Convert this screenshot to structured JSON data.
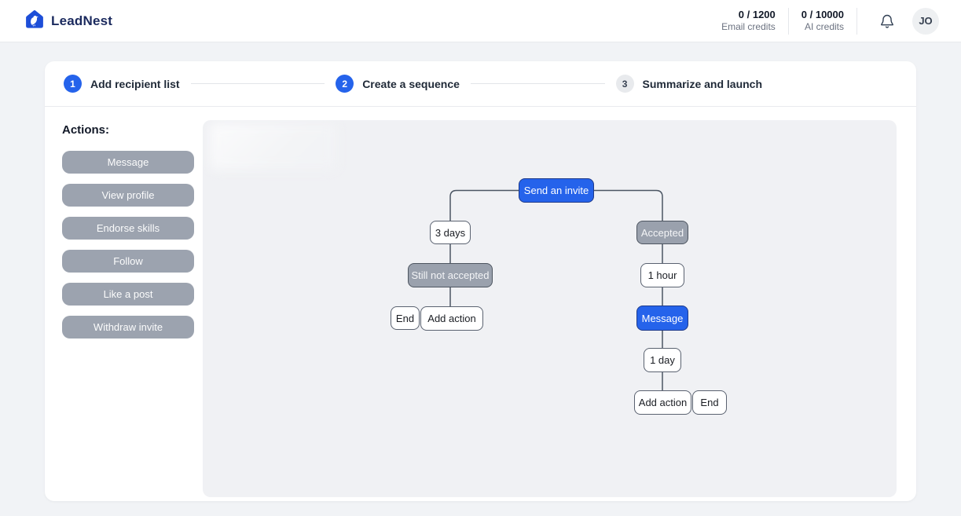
{
  "header": {
    "brand": "LeadNest",
    "credits": [
      {
        "value": "0 / 1200",
        "label": "Email credits"
      },
      {
        "value": "0 / 10000",
        "label": "AI credits"
      }
    ],
    "bell_icon": "notification-bell",
    "avatar_initials": "JO"
  },
  "stepper": {
    "steps": [
      {
        "number": "1",
        "label": "Add recipient list",
        "state": "active"
      },
      {
        "number": "2",
        "label": "Create a sequence",
        "state": "active"
      },
      {
        "number": "3",
        "label": "Summarize and launch",
        "state": "inactive"
      }
    ]
  },
  "actions_panel": {
    "title": "Actions:",
    "buttons": [
      {
        "label": "Message"
      },
      {
        "label": "View profile"
      },
      {
        "label": "Endorse skills"
      },
      {
        "label": "Follow"
      },
      {
        "label": "Like a post"
      },
      {
        "label": "Withdraw invite"
      }
    ]
  },
  "sequence": {
    "nodes": [
      {
        "id": "send-an-invite",
        "label": "Send an invite",
        "style": "blue"
      },
      {
        "id": "wait-3-days",
        "label": "3 days",
        "style": "white"
      },
      {
        "id": "accepted",
        "label": "Accepted",
        "style": "gray"
      },
      {
        "id": "still-not-accepted",
        "label": "Still not accepted",
        "style": "gray"
      },
      {
        "id": "end-left",
        "label": "End",
        "style": "white"
      },
      {
        "id": "add-action-left",
        "label": "Add action",
        "style": "white"
      },
      {
        "id": "wait-1-hour",
        "label": "1 hour",
        "style": "white"
      },
      {
        "id": "message",
        "label": "Message",
        "style": "blue"
      },
      {
        "id": "wait-1-day",
        "label": "1 day",
        "style": "white"
      },
      {
        "id": "add-action-right",
        "label": "Add action",
        "style": "white"
      },
      {
        "id": "end-right",
        "label": "End",
        "style": "white"
      }
    ]
  },
  "colors": {
    "accent_blue": "#2563eb",
    "node_gray": "#9aa1ad",
    "canvas_bg": "#f0f1f4",
    "brand_navy": "#1b2a5e",
    "connector": "#4b5563"
  }
}
